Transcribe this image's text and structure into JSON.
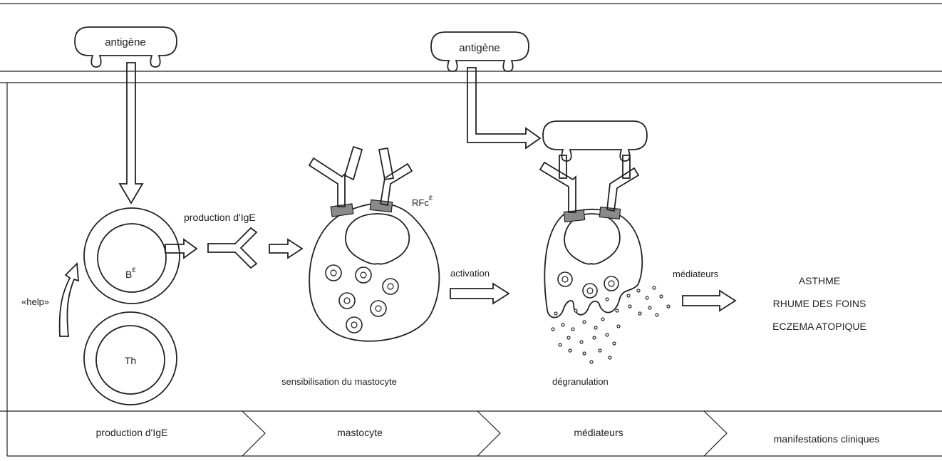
{
  "antigen": {
    "left_label": "antigène",
    "right_label": "antigène"
  },
  "cells": {
    "b_cell": "B",
    "b_cell_superscript": "ε",
    "th_cell": "Th"
  },
  "labels": {
    "help": "«help»",
    "production_ige": "production d'IgE",
    "receptor": "RFc",
    "receptor_superscript": "ε",
    "activation": "activation",
    "mediateurs": "médiateurs",
    "sensibilisation": "sensibilisation du mastocyte",
    "degranulation": "dégranulation"
  },
  "clinical": [
    "ASTHME",
    "RHUME DES FOINS",
    "ECZEMA ATOPIQUE"
  ],
  "steps": [
    "production d'IgE",
    "mastocyte",
    "médiateurs",
    "manifestations cliniques"
  ]
}
